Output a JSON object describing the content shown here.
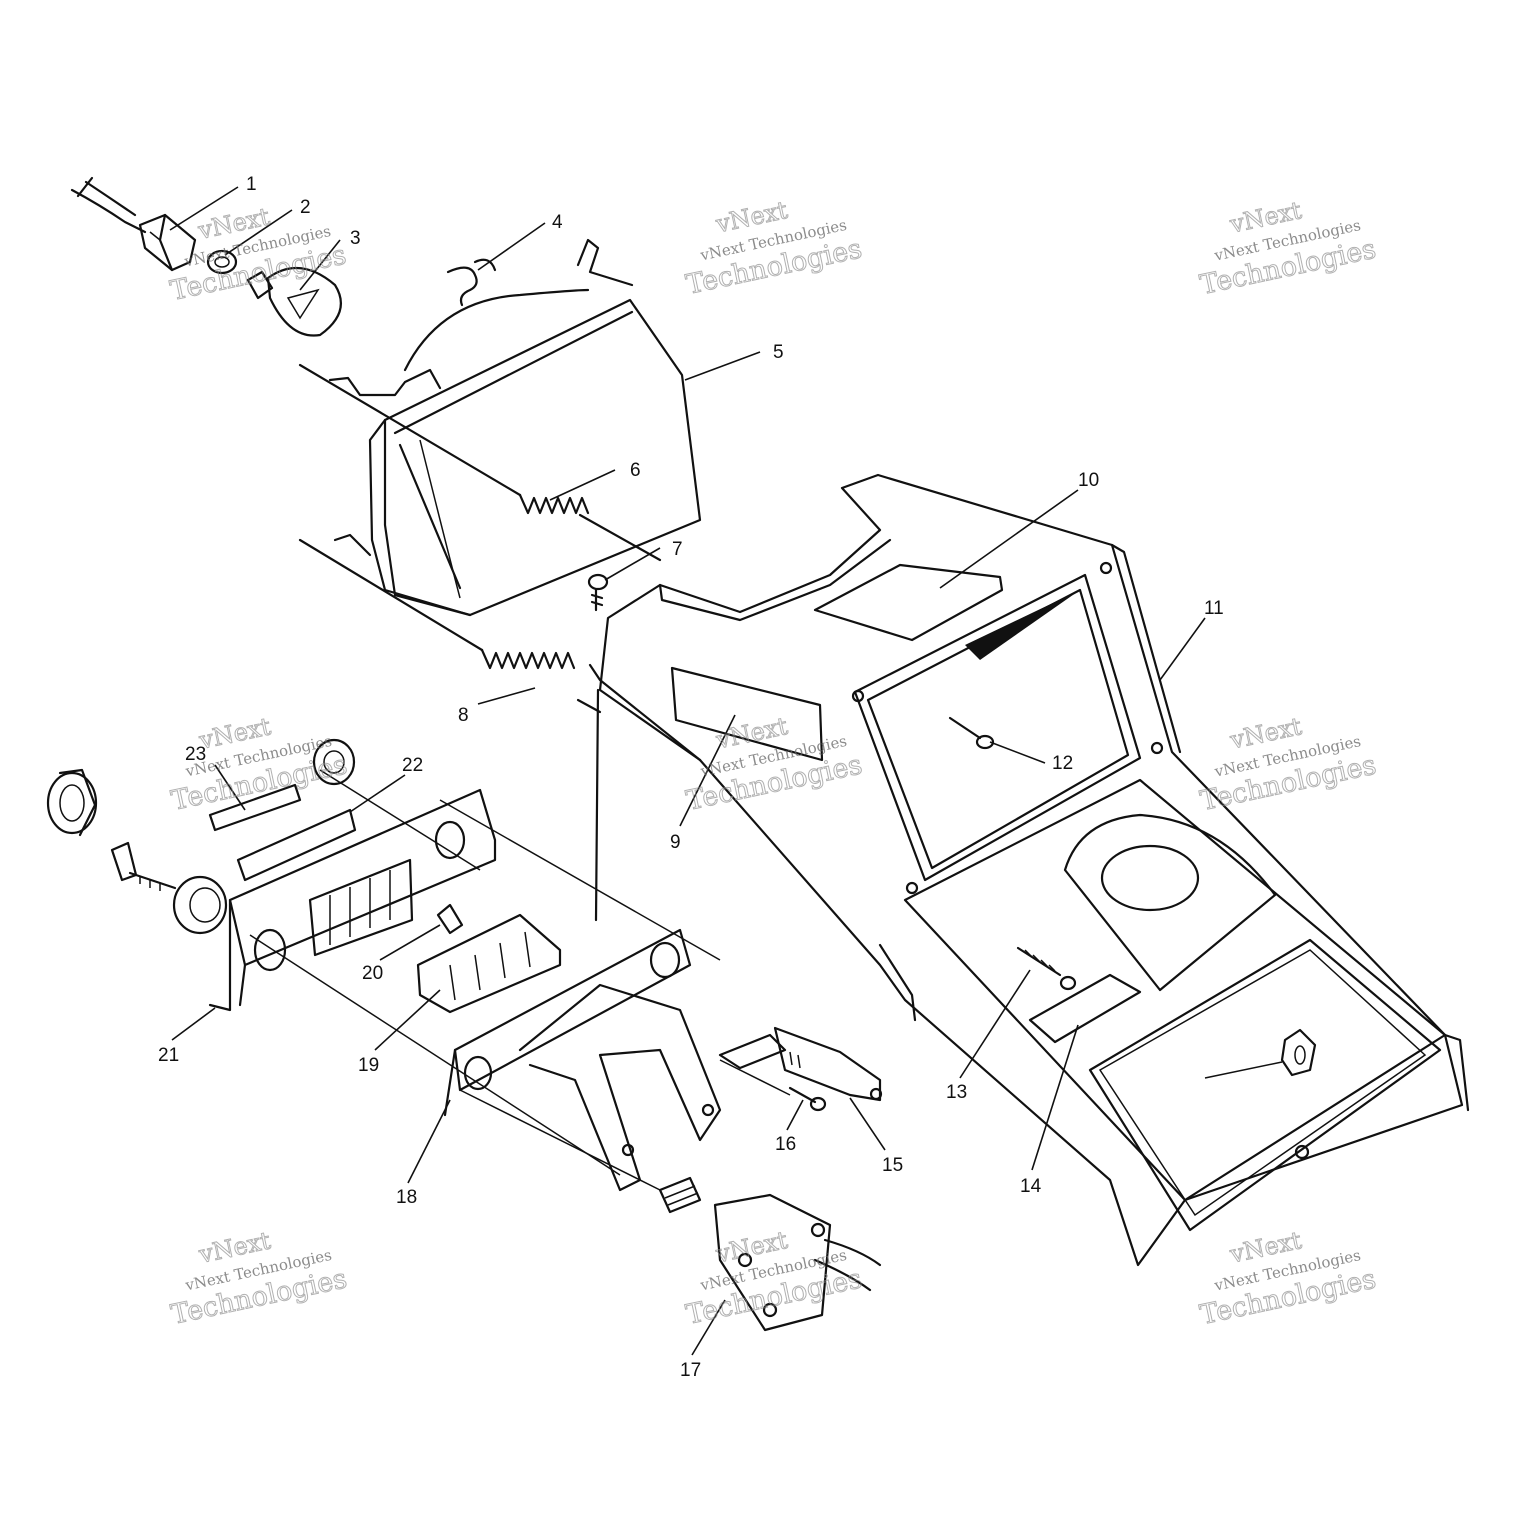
{
  "callouts": [
    "1",
    "2",
    "3",
    "4",
    "5",
    "6",
    "7",
    "8",
    "9",
    "10",
    "11",
    "12",
    "13",
    "14",
    "15",
    "16",
    "17",
    "18",
    "19",
    "20",
    "21",
    "22",
    "23"
  ],
  "watermark": {
    "line1": "vNext",
    "line2": "vNext Technologies",
    "line3": "Technologies"
  }
}
